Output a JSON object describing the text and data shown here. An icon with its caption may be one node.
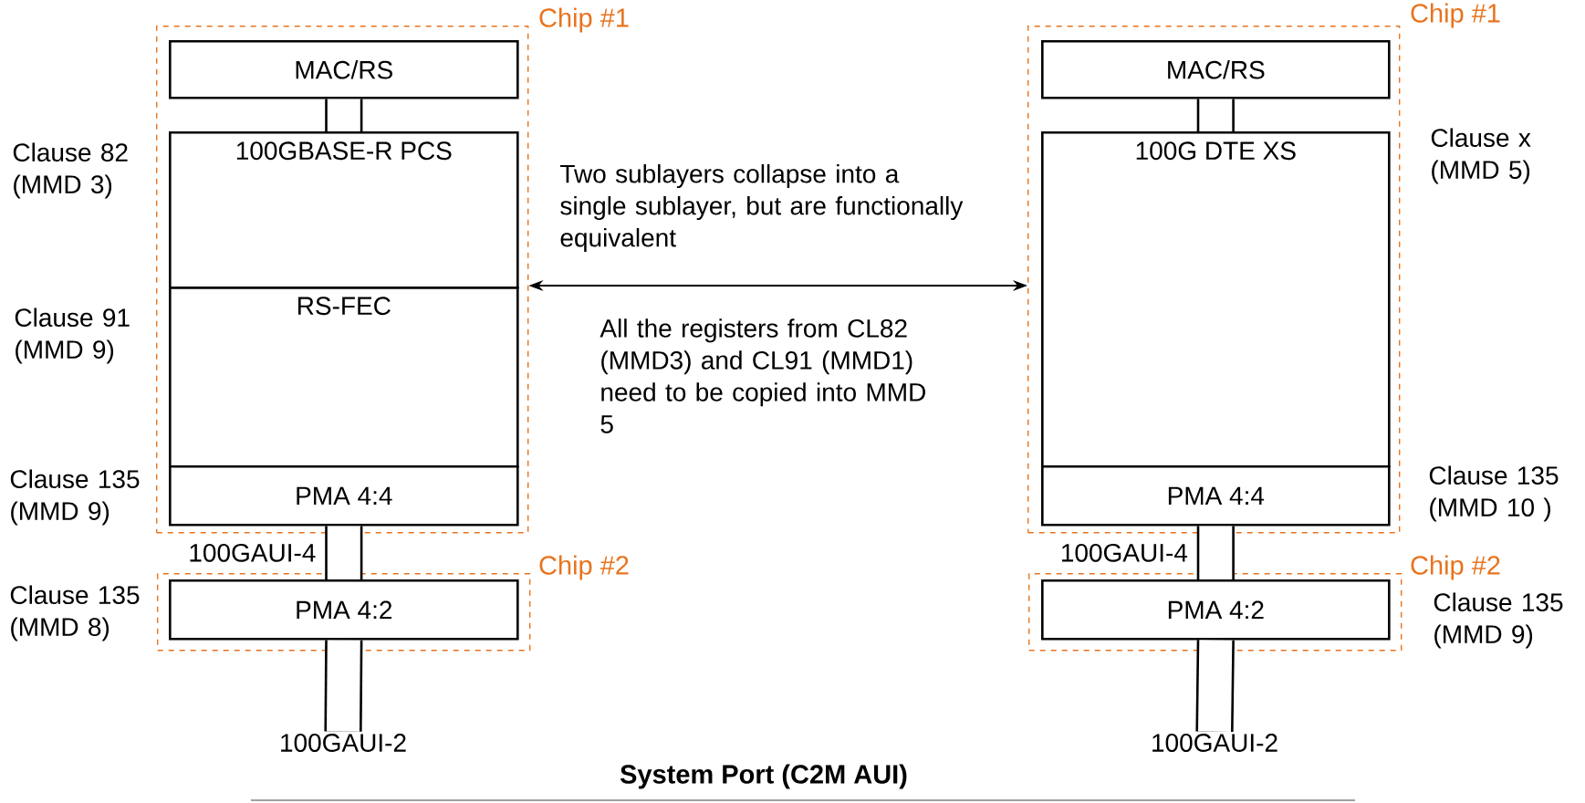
{
  "diagram": {
    "title": "System Port  (C2M AUI)",
    "nodes": [
      {
        "text": [
          "Chip #1"
        ]
      },
      {
        "text": [
          "MAC/RS"
        ],
        "in": 0
      },
      {
        "text": [
          "100GBASE-R PCS"
        ],
        "in": 0,
        "beside": [
          "Clause 82 (MMD 3)"
        ]
      },
      {
        "text": [
          "RS-FEC"
        ],
        "in": 0,
        "beside": [
          "Clause 91 (MMD 9)"
        ]
      },
      {
        "text": [
          "PMA 4:4"
        ],
        "in": 0,
        "beside": [
          "Clause 135 (MMD 9)"
        ]
      },
      {
        "text": [
          "Chip #2"
        ]
      },
      {
        "text": [
          "PMA 4:2"
        ],
        "in": 5,
        "beside": [
          "Clause 135 (MMD 8)"
        ]
      },
      {
        "text": [
          "100GAUI-2"
        ]
      },
      {
        "text": [
          "Chip #1"
        ]
      },
      {
        "text": [
          "MAC/RS"
        ],
        "in": 8
      },
      {
        "text": [
          "100G DTE XS"
        ],
        "in": 8,
        "beside": [
          "Clause x (MMD 5)"
        ]
      },
      {
        "text": [
          "PMA 4:4"
        ],
        "in": 8,
        "beside": [
          "Clause 135 (MMD 10 )"
        ]
      },
      {
        "text": [
          "Chip #2"
        ]
      },
      {
        "text": [
          "PMA 4:2"
        ],
        "in": 12,
        "beside": [
          "Clause 135 (MMD 9)"
        ]
      },
      {
        "text": [
          "100GAUI-2"
        ]
      }
    ],
    "edges": [
      {
        "from": 1,
        "to": 2,
        "arrow": "none"
      },
      {
        "from": 4,
        "to": 6,
        "arrow": "none",
        "label": "100GAUI-4"
      },
      {
        "from": 6,
        "to": 7,
        "arrow": "none"
      },
      {
        "from": 9,
        "to": 10,
        "arrow": "none"
      },
      {
        "from": 11,
        "to": 13,
        "arrow": "none",
        "label": "100GAUI-4"
      },
      {
        "from": 13,
        "to": 14,
        "arrow": "none"
      },
      {
        "from": 0,
        "to": 8,
        "arrow": "both"
      }
    ],
    "labels": [
      "Two sublayers collapse into a single sublayer, but are functionally equivalent",
      "All the registers from CL82 (MMD3) and CL91 (MMD1) need to be copied into MMD 5"
    ]
  }
}
